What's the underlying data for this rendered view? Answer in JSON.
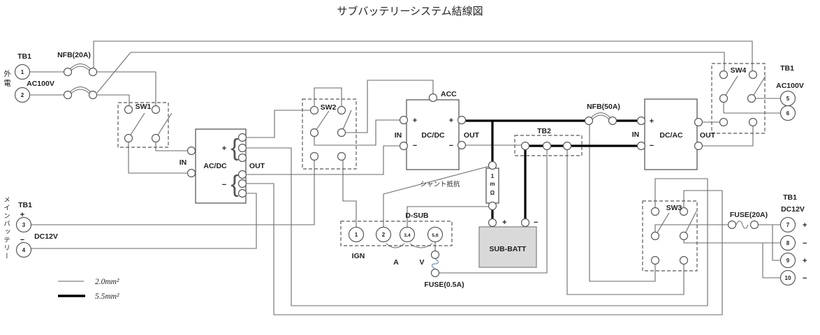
{
  "title": "サブバッテリーシステム結線図",
  "labels": {
    "tb1": "TB1",
    "ac100v": "AC100V",
    "dc12v": "DC12V",
    "gaiden": "外電",
    "main_battery": "メインバッテリー",
    "nfb20": "NFB(20A)",
    "nfb50": "NFB(50A)",
    "sw1": "SW1",
    "sw2": "SW2",
    "sw3": "SW3",
    "sw4": "SW4",
    "acdc": "AC/DC",
    "dcdc": "DC/DC",
    "dcac": "DC/AC",
    "in": "IN",
    "out": "OUT",
    "acc": "ACC",
    "plus": "+",
    "minus": "−",
    "tb2": "TB2",
    "shunt": "シャント抵抗",
    "shunt_1": "1",
    "shunt_m": "m",
    "shunt_ohm": "Ω",
    "dsub": "D-SUB",
    "ign": "IGN",
    "amp": "A",
    "volt": "V",
    "fuse05": "FUSE(0.5A)",
    "fuse20": "FUSE(20A)",
    "subbatt": "SUB-BATT"
  },
  "terminals": {
    "t1": "1",
    "t2": "2",
    "t3": "3",
    "t4": "4",
    "t5": "5",
    "t6": "6",
    "t7": "7",
    "t8": "8",
    "t9": "9",
    "t10": "10",
    "t34": "3,4",
    "t56": "5,6"
  },
  "legend": {
    "thin": "2.0mm²",
    "thick": "5.5mm²"
  }
}
